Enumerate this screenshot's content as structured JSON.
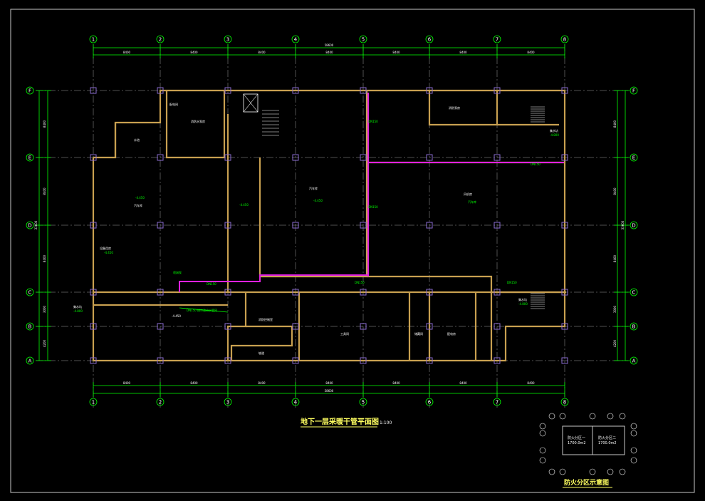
{
  "colors": {
    "background": "#000000",
    "frame": "#c8c8c8",
    "grid": "#c8c8c8",
    "dimension": "#00ff00",
    "wall": "#c8a050",
    "column": "#8a6bd0",
    "pipe": "#e020e0",
    "text": "#ffffff",
    "title": "#ffff60"
  },
  "axes": {
    "columns": [
      "1",
      "2",
      "3",
      "4",
      "5",
      "6",
      "7",
      "8"
    ],
    "rows": [
      "A",
      "B",
      "C",
      "D",
      "E",
      "F"
    ]
  },
  "dimensions": {
    "top_total": "58600",
    "top_spans": [
      "8400",
      "8400",
      "8400",
      "8400",
      "8400",
      "8400",
      "8400"
    ],
    "bottom_total": "58600",
    "bottom_spans": [
      "8400",
      "8400",
      "8400",
      "8400",
      "8400",
      "8400",
      "8400"
    ],
    "left_total": "33600",
    "left_spans": [
      "4200",
      "3000",
      "8400",
      "8400",
      "8400"
    ],
    "right_total": "33600",
    "right_spans": [
      "4200",
      "3000",
      "8400",
      "8400",
      "8400"
    ]
  },
  "rooms": [
    {
      "label": "配电间"
    },
    {
      "label": "消防水泵房"
    },
    {
      "label": "水池"
    },
    {
      "label": "-4.450"
    },
    {
      "label": "汽车库"
    },
    {
      "label": "-4.450"
    },
    {
      "label": "设备用房"
    },
    {
      "label": "-4.450"
    },
    {
      "label": "汽车库"
    },
    {
      "label": "-4.450"
    },
    {
      "label": "风机房"
    },
    {
      "label": "汽车库"
    },
    {
      "label": "-4.450"
    },
    {
      "label": "消防控制室"
    },
    {
      "label": "集水坑"
    },
    {
      "label": "-4.800"
    },
    {
      "label": "集水坑"
    },
    {
      "label": "-4.800"
    },
    {
      "label": "消防泵房"
    },
    {
      "label": "工具间"
    },
    {
      "label": "储藏间"
    },
    {
      "label": "配电房"
    },
    {
      "label": "集水坑"
    },
    {
      "label": "-4.800"
    },
    {
      "label": "DN150"
    },
    {
      "label": "DN150"
    },
    {
      "label": "DN150"
    },
    {
      "label": "DN150"
    },
    {
      "label": "DN150"
    },
    {
      "label": "DN150"
    },
    {
      "label": "DN150 接市政给水管网"
    },
    {
      "label": "坡道"
    },
    {
      "label": "喷淋泵"
    }
  ],
  "title": {
    "main": "地下一层采暖干管平面图",
    "scale": "1:100"
  },
  "inset": {
    "caption": "防火分区示意图",
    "zone1": "防火分区一",
    "zone1_area": "1700.0m2",
    "zone2": "防火分区二",
    "zone2_area": "1700.0m2"
  }
}
